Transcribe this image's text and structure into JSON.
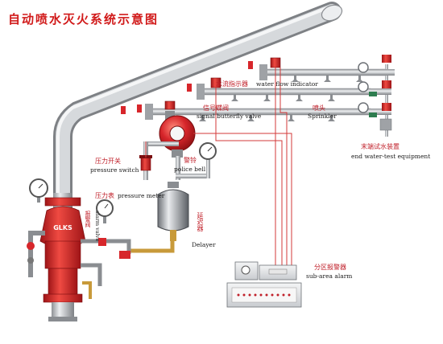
{
  "title": "自动喷水灭火系统示意图",
  "labels": {
    "water_flow_cn": "水流指示器",
    "water_flow_en": "water flow indicator",
    "signal_valve_cn": "信号蝶阀",
    "signal_valve_en": "signal butterfly valve",
    "sprinkler_cn": "喷头",
    "sprinkler_en": "Sprinkler",
    "pressure_switch_cn": "压力开关",
    "pressure_switch_en": "pressure switch",
    "police_bell_cn": "警铃",
    "police_bell_en": "police bell",
    "pressure_meter_cn": "压力表",
    "pressure_meter_en": "pressure meter",
    "alarm_valve_cn": "报警阀",
    "alarm_valve_en": "alarm valve",
    "delayer_cn": "延迟器",
    "delayer_en": "Delayer",
    "end_test_cn": "末端试水装置",
    "end_test_en": "end water-test equipment",
    "sub_alarm_cn": "分区报警器",
    "sub_alarm_en": "sub-area alarm",
    "valve_badge": "GLKS"
  },
  "colors": {
    "pipe": "#b9bcc0",
    "pipe_edge": "#8a8d91",
    "red_valve": "#d7262b",
    "wire": "#d33a3a",
    "title": "#d11a1a"
  },
  "icons": [
    "pressure-gauge-icon",
    "flow-indicator-icon",
    "sprinkler-head-icon",
    "alarm-bell-icon",
    "alarm-panel-icon"
  ]
}
